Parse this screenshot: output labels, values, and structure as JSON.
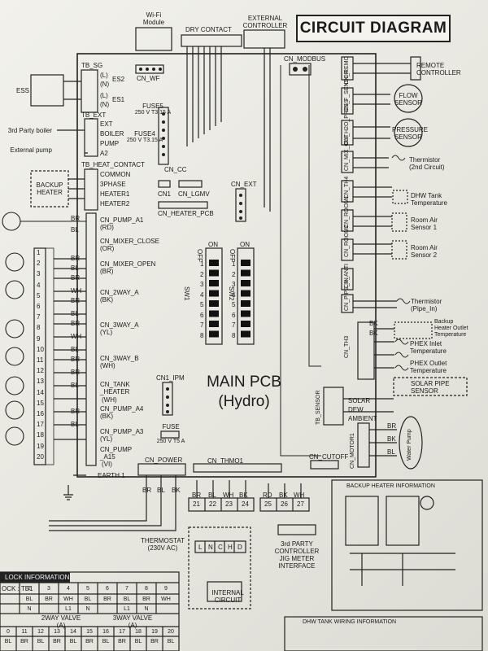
{
  "title": "CIRCUIT DIAGRAM",
  "main_pcb": {
    "line1": "MAIN PCB",
    "line2": "(Hydro)"
  },
  "top": {
    "wifi": [
      "Wi-Fi",
      "Module"
    ],
    "dry_contact": "DRY CONTACT",
    "external_controller": [
      "EXTERNAL",
      "CONTROLLER"
    ],
    "cn_wf": "CN_WF",
    "cn_modbus": "CN_MODBUS"
  },
  "left_blocks": {
    "tb_sg": "TB_SG",
    "es2": "ES2",
    "es1": "ES1",
    "ess": "ESS",
    "l1": "(L)",
    "n1": "(N)",
    "l2": "(L)",
    "n2": "(N)",
    "tb_ext": "TB_EXT",
    "ext_items": [
      "EXT",
      "BOILER",
      "PUMP",
      "A2"
    ],
    "third_party_boiler": "3rd Party boiler",
    "external_pump": "External pump",
    "tb_heat_contact": "TB_HEAT_CONTACT",
    "heat_items": [
      "COMMON",
      "3PHASE",
      "HEATER1",
      "HEATER2"
    ],
    "backup_heater": [
      "BACKUP",
      "HEATER"
    ]
  },
  "fuses": {
    "fuse5": [
      "FUSE5",
      "250 V T3.15 A"
    ],
    "fuse4": [
      "FUSE4",
      "250 V T3.15 A"
    ],
    "fuse_main": [
      "FUSE",
      "250 V T5 A"
    ]
  },
  "connectors": {
    "cn_cc": "CN_CC",
    "cn1": "CN1",
    "cn_lgmv": "CN_LGMV",
    "cn_heater_pcb": "CN_HEATER_PCB",
    "cn_ext": "CN_EXT",
    "cn1_ipm": "CN1_IPM",
    "cn_power": "CN_POWER",
    "cn_thmo1": "CN_THMO1",
    "cn_cutoff": "CN_CUTOFF",
    "earth": "EARTH 1",
    "tb_sensor": "TB_SENSOR",
    "cn_motor1": "CN_MOTOR1"
  },
  "pump_labels": [
    {
      "name": "CN_PUMP_A1",
      "sub": "(RD)"
    },
    {
      "name": "CN_MIXER_CLOSE",
      "sub": "(OR)"
    },
    {
      "name": "CN_MIXER_OPEN",
      "sub": "(BR)"
    },
    {
      "name": "CN_2WAY_A",
      "sub": "(BK)"
    },
    {
      "name": "CN_3WAY_A",
      "sub": "(YL)"
    },
    {
      "name": "CN_3WAY_B",
      "sub": "(WH)"
    },
    {
      "name": "CN_TANK",
      "sub": "_HEATER"
    },
    {
      "name": "CN_PUMP_A4",
      "sub": "(BK)"
    },
    {
      "name": "CN_PUMP_A3",
      "sub": "(YL)"
    },
    {
      "name": "CN_PUMP",
      "sub": "_A15"
    }
  ],
  "tank_heater_extra": "(WH)",
  "pump_a15_extra": "(VI)",
  "wire_colors_left": [
    "BR",
    "BL",
    "BR",
    "BL",
    "BR",
    "WH",
    "BR",
    "BL",
    "BR",
    "WH",
    "BL",
    "BR",
    "BR",
    "BL",
    "BR",
    "BL"
  ],
  "terminal_numbers": [
    "1",
    "2",
    "3",
    "4",
    "5",
    "6",
    "7",
    "8",
    "9",
    "10",
    "11",
    "12",
    "13",
    "14",
    "15",
    "16",
    "17",
    "18",
    "19",
    "20"
  ],
  "dip": {
    "on": "ON",
    "off": "OFF",
    "sw1": "SW1",
    "sw2": "SW2",
    "numbers": [
      "1",
      "2",
      "3",
      "4",
      "5",
      "6",
      "7",
      "8"
    ]
  },
  "right_sensors": {
    "remote_controller": [
      "REMOTE",
      "CONTROLLER"
    ],
    "flow_sensor": [
      "FLOW",
      "SENSOR"
    ],
    "pressure_sensor": [
      "PRESSURE",
      "SENSOR"
    ],
    "thermistor_2nd": [
      "Thermistor",
      "(2nd Circuit)"
    ],
    "dhw_tank": [
      "DHW Tank",
      "Temperature"
    ],
    "room_air1": [
      "Room Air",
      "Sensor 1"
    ],
    "room_air2": [
      "Room Air",
      "Sensor 2"
    ],
    "thermistor_pipe": [
      "Thermistor",
      "(Pipe_In)"
    ],
    "backup_outlet": [
      "Backup",
      "Heater Outlet",
      "Temperature"
    ],
    "phex_inlet": [
      "PHEX Inlet",
      "Temperature"
    ],
    "phex_outlet": [
      "PHEX Outlet",
      "Temperature"
    ],
    "solar_pipe": [
      "SOLAR PIPE",
      "SENSOR"
    ],
    "solar": "SOLAR",
    "dew": "DEW",
    "ambient": "AMBIENT",
    "water_pump": "Water Pump"
  },
  "right_vertical_labels": [
    "CN_REMO",
    "CN_F_SENSOR",
    "CN_H2O_PRESS",
    "CN_MIX_OUT",
    "CN_TH4",
    "CN_ROOM1",
    "CN_ROOM2",
    "CN_ANTI",
    "CN_PIPE_IN",
    "CN_TH3"
  ],
  "bk_labels": [
    "BK",
    "BK"
  ],
  "motor_wires": [
    "BR",
    "BK",
    "BL"
  ],
  "bottom": {
    "power_wires": [
      "BR",
      "BL",
      "BK"
    ],
    "thermo_wires": [
      "BR",
      "BL",
      "WH",
      "BK"
    ],
    "ctrl_wires": [
      "RD",
      "BK",
      "WH"
    ],
    "terminals_a": [
      "21",
      "22",
      "23",
      "24"
    ],
    "terminals_b": [
      "25",
      "26",
      "27"
    ],
    "thermostat": [
      "THERMOSTAT",
      "(230V AC)"
    ],
    "lnchd": [
      "L",
      "N",
      "C",
      "H",
      "D"
    ],
    "internal_circuit": [
      "INTERNAL",
      "CIRCUIT"
    ],
    "third_party": [
      "3rd PARTY",
      "CONTROLLER",
      "JIG METER",
      "INTERFACE"
    ],
    "backup_heater_info": "BACKUP HEATER INFORMATION",
    "dhw_tank_info": "DHW TANK WIRING INFORMATION",
    "block_info": "LOCK INFORMATION",
    "block_tb1": "OCK : TB1",
    "table_header": [
      "2",
      "3",
      "4",
      "5",
      "6",
      "7",
      "8",
      "9"
    ],
    "table_row1": [
      "BL",
      "BR",
      "WH",
      "BL",
      "BR",
      "BL",
      "BR",
      "WH"
    ],
    "table_row2": [
      "N",
      "",
      "L1",
      "N",
      "",
      "L1",
      "N",
      ""
    ],
    "two_way": [
      "2WAY VALVE",
      "(A)"
    ],
    "three_way": [
      "3WAY VALVE",
      "(A)"
    ],
    "table2_header": [
      "0",
      "11",
      "12",
      "13",
      "14",
      "15",
      "16",
      "17",
      "18",
      "19",
      "20"
    ],
    "table2_row": [
      "BL",
      "BR",
      "BL",
      "BR",
      "BL",
      "BR",
      "BL",
      "BR",
      "BL",
      "BR",
      "BL"
    ]
  }
}
